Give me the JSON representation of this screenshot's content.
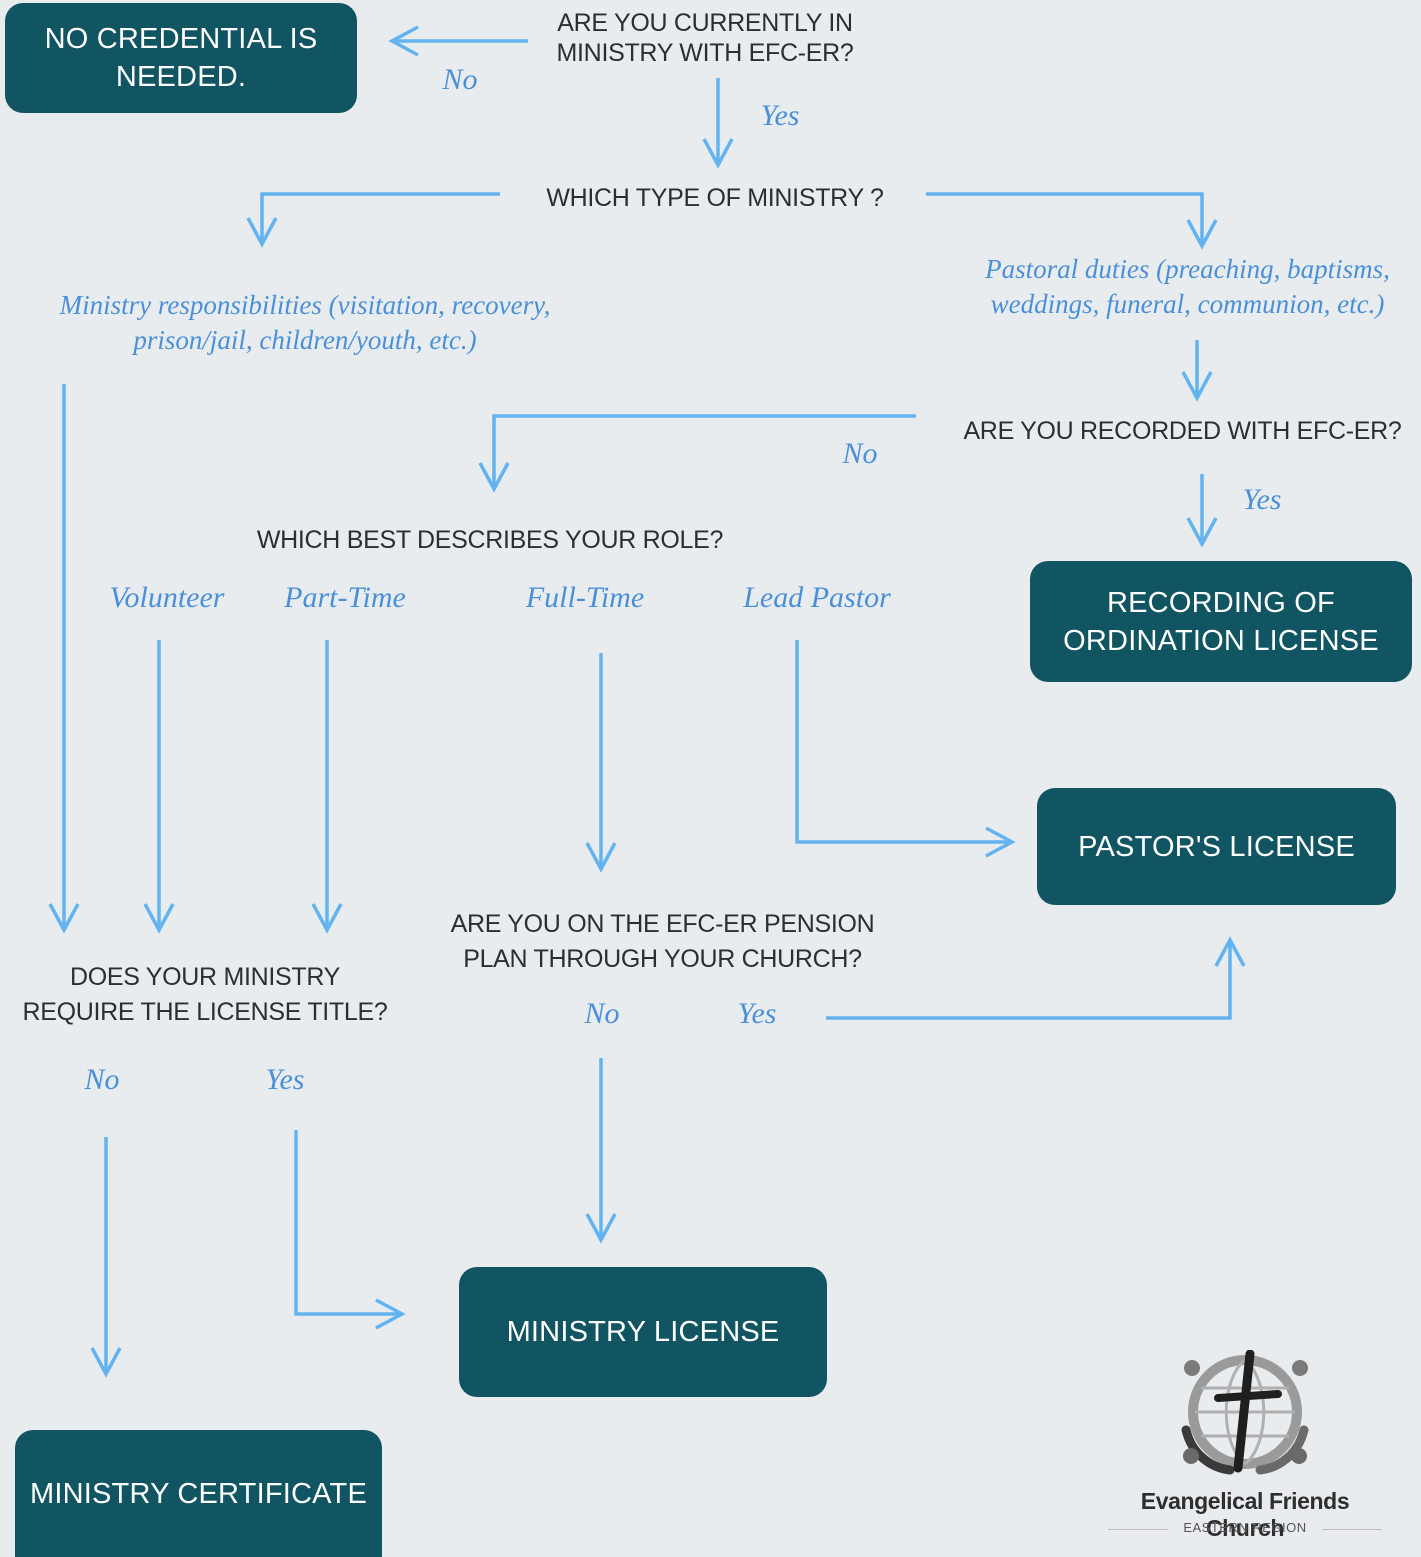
{
  "questions": {
    "q_ministry": "ARE YOU CURRENTLY IN\nMINISTRY WITH EFC-ER?",
    "q_type": "WHICH TYPE OF MINISTRY ?",
    "q_recorded": "ARE YOU RECORDED WITH EFC-ER?",
    "q_role": "WHICH BEST DESCRIBES YOUR ROLE?",
    "q_pension": "ARE YOU ON THE EFC-ER PENSION\nPLAN THROUGH YOUR CHURCH?",
    "q_license_title": "DOES YOUR MINISTRY\nREQUIRE THE LICENSE TITLE?"
  },
  "labels": {
    "no_ministry": "No",
    "yes_ministry": "Yes",
    "ministry_responsibilities": "Ministry responsibilities (visitation, recovery,\nprison/jail, children/youth, etc.)",
    "pastoral_duties": "Pastoral duties (preaching, baptisms,\nweddings, funeral, communion, etc.)",
    "no_recorded": "No",
    "yes_recorded": "Yes",
    "volunteer": "Volunteer",
    "part_time": "Part-Time",
    "full_time": "Full-Time",
    "lead_pastor": "Lead Pastor",
    "no_pension": "No",
    "yes_pension": "Yes",
    "no_title": "No",
    "yes_title": "Yes"
  },
  "outcomes": {
    "no_credential": "NO CREDENTIAL IS\nNEEDED.",
    "recording_ordination": "RECORDING OF\nORDINATION LICENSE",
    "pastors_license": "PASTOR'S LICENSE",
    "ministry_license": "MINISTRY LICENSE",
    "ministry_certificate": "MINISTRY CERTIFICATE"
  },
  "logo": {
    "name": "Evangelical Friends Church",
    "region": "EASTERN REGION"
  },
  "colors": {
    "background": "#e8ecee",
    "box": "#115462",
    "arrow": "#63b3f0",
    "label": "#4a90d9",
    "question_text": "#2b2f33"
  }
}
